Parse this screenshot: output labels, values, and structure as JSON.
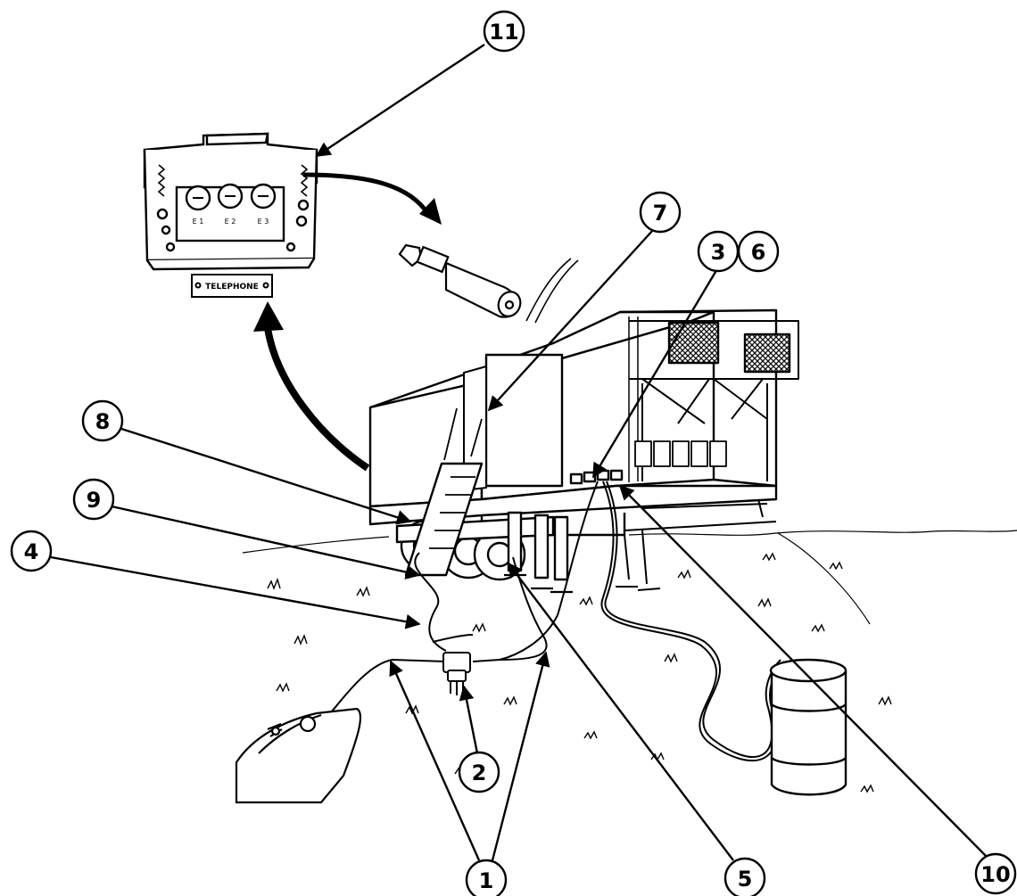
{
  "figure": {
    "panel": {
      "receptacle_labels": [
        "E 1",
        "E 2",
        "E 3"
      ],
      "nameplate": "TELEPHONE"
    },
    "callouts": [
      {
        "id": "callout-1",
        "number": "1"
      },
      {
        "id": "callout-2",
        "number": "2"
      },
      {
        "id": "callout-3",
        "number": "3"
      },
      {
        "id": "callout-4",
        "number": "4"
      },
      {
        "id": "callout-5",
        "number": "5"
      },
      {
        "id": "callout-6",
        "number": "6"
      },
      {
        "id": "callout-7",
        "number": "7"
      },
      {
        "id": "callout-8",
        "number": "8"
      },
      {
        "id": "callout-9",
        "number": "9"
      },
      {
        "id": "callout-10",
        "number": "10"
      },
      {
        "id": "callout-11",
        "number": "11"
      }
    ]
  }
}
